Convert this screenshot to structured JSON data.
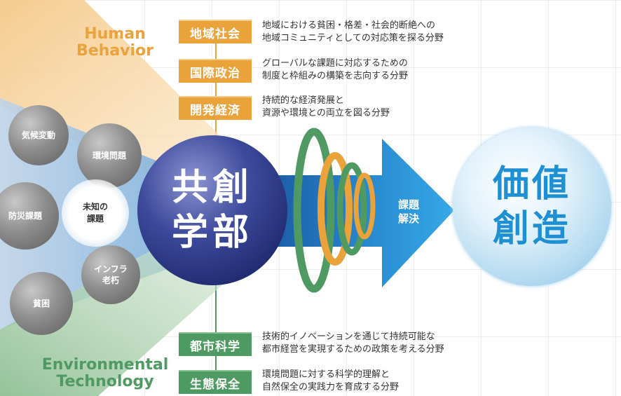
{
  "headings": {
    "human_behavior": [
      "Human",
      "Behavior"
    ],
    "environmental_technology": [
      "Environmental",
      "Technology"
    ]
  },
  "fields_top": [
    {
      "label": "地域社会",
      "desc": [
        "地域における貧困・格差・社会的断絶への",
        "地域コミュニティとしての対応策を探る分野"
      ]
    },
    {
      "label": "国際政治",
      "desc": [
        "グローバルな課題に対応するための",
        "制度と枠組みの構築を志向する分野"
      ]
    },
    {
      "label": "開発経済",
      "desc": [
        "持続的な経済発展と",
        "資源や環境との両立を図る分野"
      ]
    }
  ],
  "fields_bottom": [
    {
      "label": "都市科学",
      "desc": [
        "技術的イノベーションを通じて持続可能な",
        "都市経営を実現するための政策を考える分野"
      ]
    },
    {
      "label": "生態保全",
      "desc": [
        "環境問題に対する科学的理解と",
        "自然保全の実践力を育成する分野"
      ]
    }
  ],
  "issues": {
    "climate": "気候変動",
    "environment": "環境問題",
    "disaster": "防災課題",
    "unknown": [
      "未知の",
      "課題"
    ],
    "infrastructure": [
      "インフラ",
      "老朽"
    ],
    "poverty": "貧困"
  },
  "center": [
    "共創",
    "学部"
  ],
  "arrow_label": [
    "課題",
    "解決"
  ],
  "result": [
    "価値",
    "創造"
  ],
  "colors": {
    "orange": "#eaa23a",
    "green": "#4e9a62",
    "navy": "#1f2a6e",
    "arrow_blue": "#2b8fd4",
    "value_text": "#1e8fd2"
  }
}
